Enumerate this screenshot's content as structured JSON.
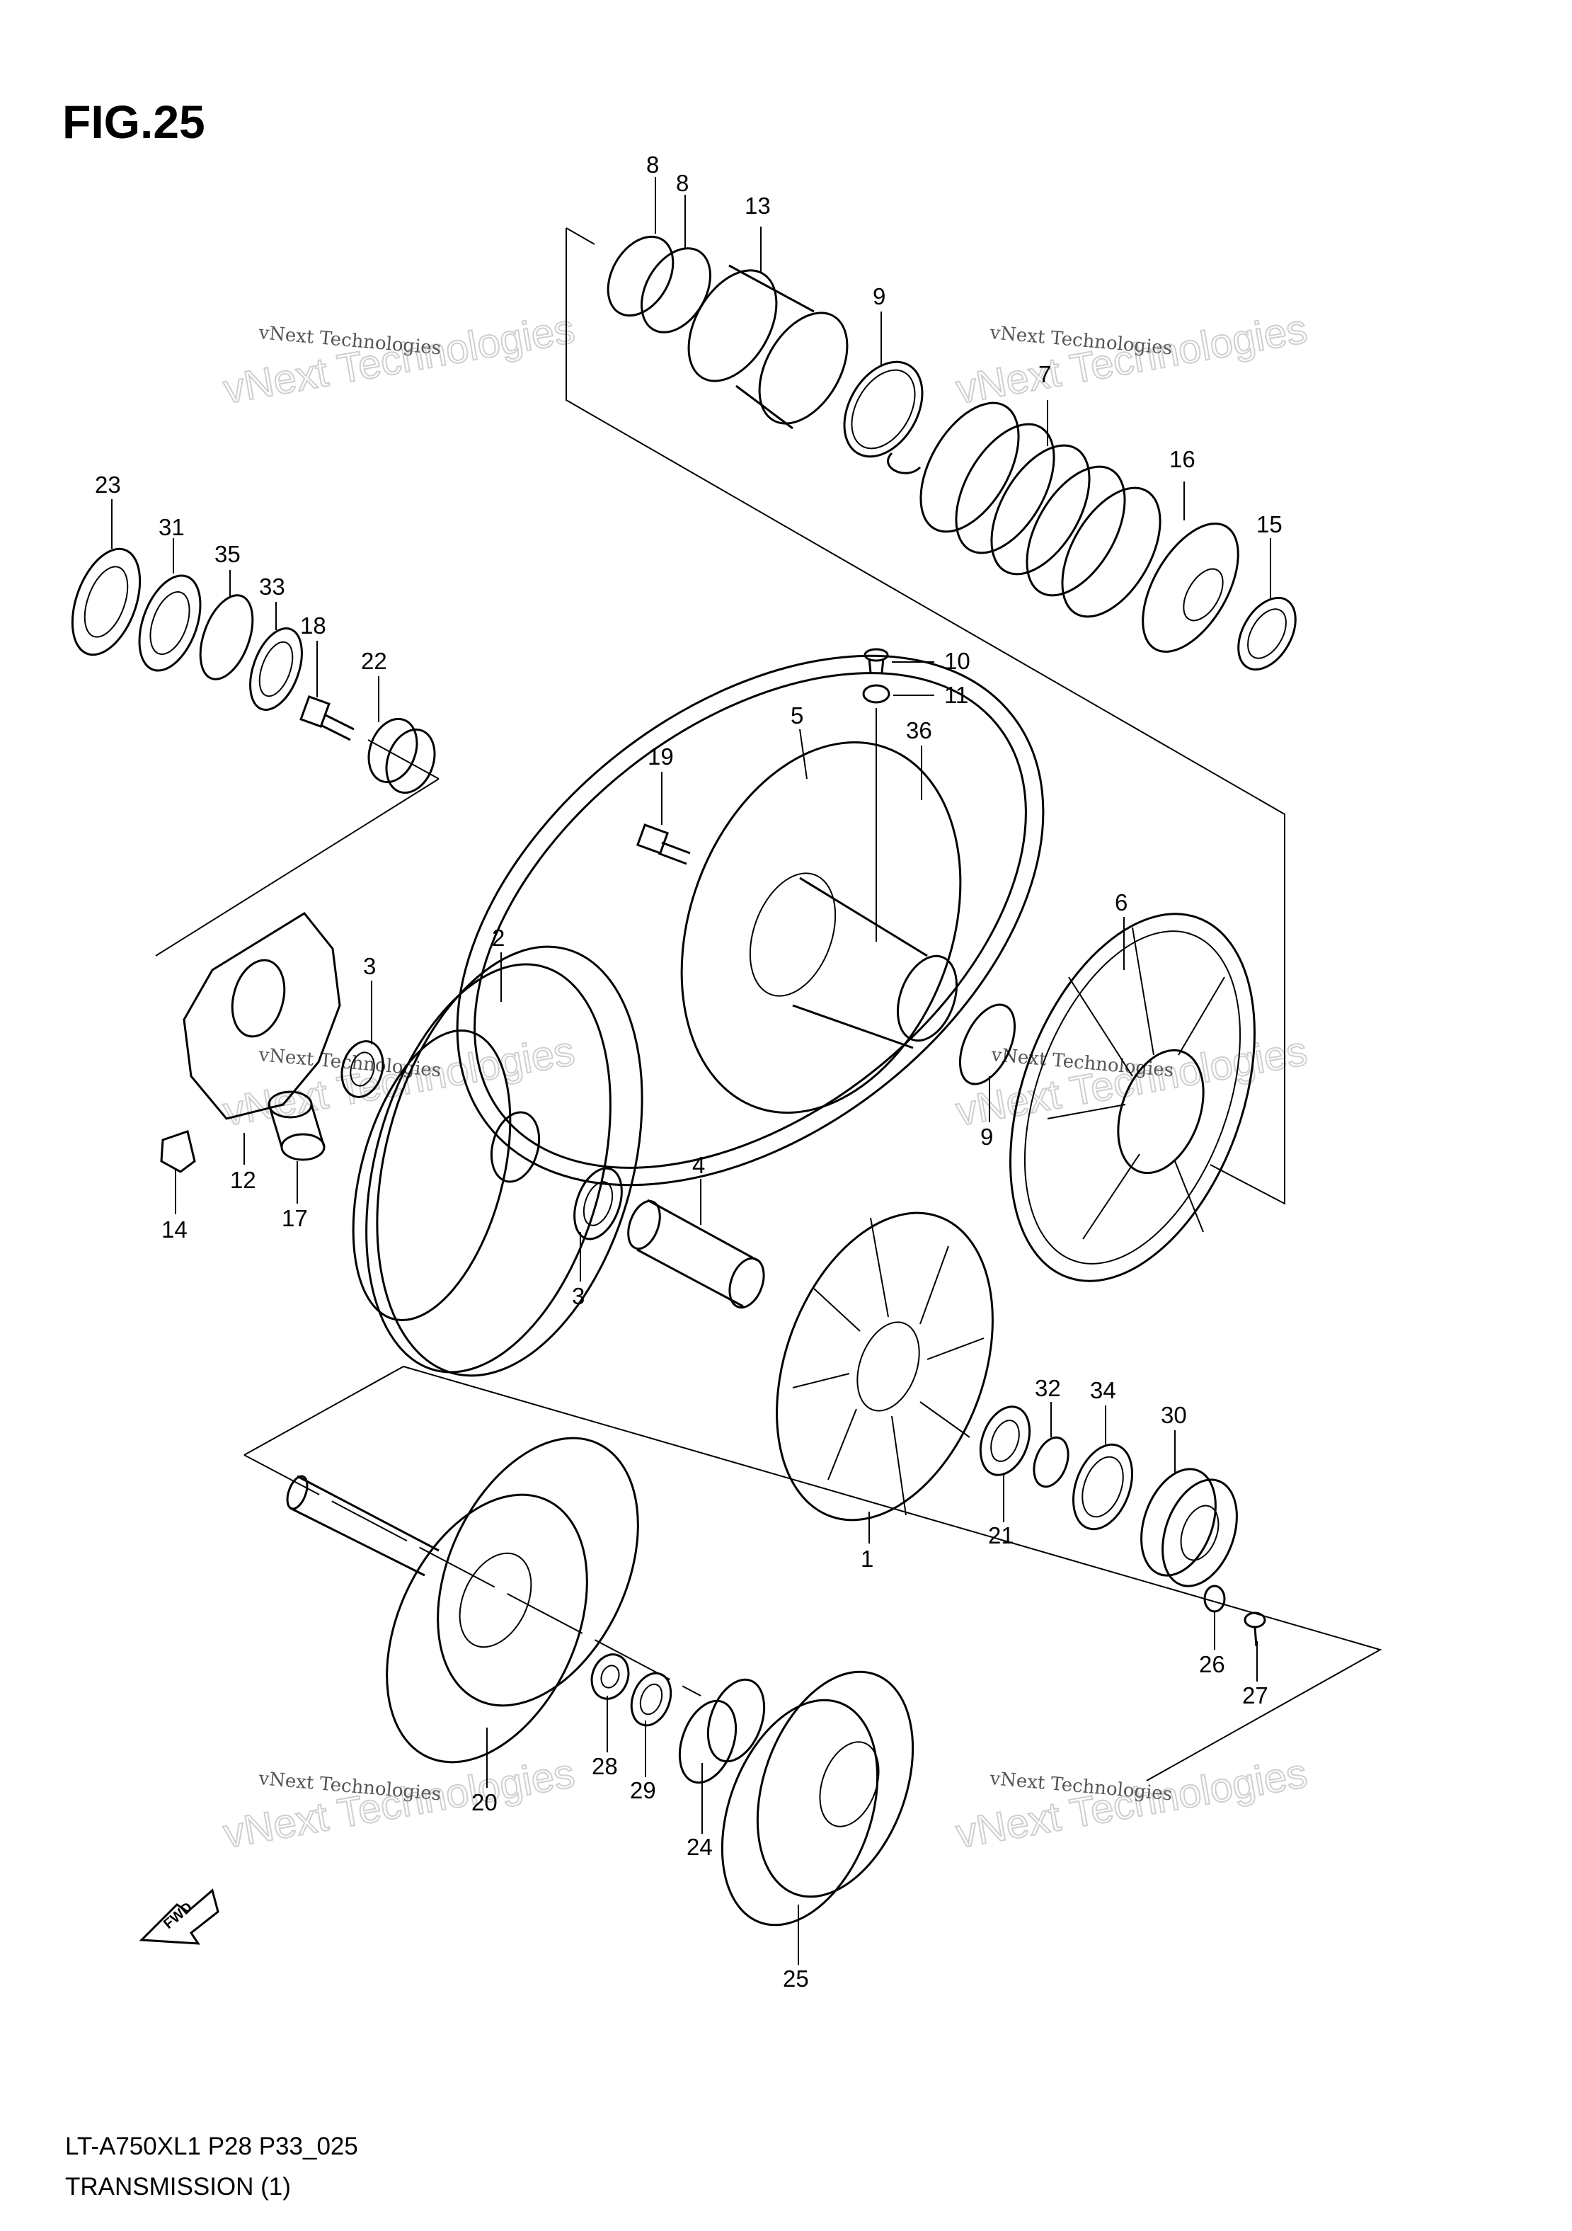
{
  "figure": {
    "title": "FIG.25",
    "model_code": "LT-A750XL1  P28  P33_025",
    "section": "TRANSMISSION (1)"
  },
  "watermark": {
    "line1": "vNext Technologies",
    "big": "vNext Technologies"
  },
  "fwd_label": "FWD",
  "callouts": [
    {
      "label": "8"
    },
    {
      "label": "8"
    },
    {
      "label": "13"
    },
    {
      "label": "9"
    },
    {
      "label": "7"
    },
    {
      "label": "16"
    },
    {
      "label": "15"
    },
    {
      "label": "23"
    },
    {
      "label": "31"
    },
    {
      "label": "35"
    },
    {
      "label": "33"
    },
    {
      "label": "18"
    },
    {
      "label": "22"
    },
    {
      "label": "10"
    },
    {
      "label": "11"
    },
    {
      "label": "19"
    },
    {
      "label": "5"
    },
    {
      "label": "36"
    },
    {
      "label": "2"
    },
    {
      "label": "3"
    },
    {
      "label": "6"
    },
    {
      "label": "9"
    },
    {
      "label": "12"
    },
    {
      "label": "14"
    },
    {
      "label": "17"
    },
    {
      "label": "4"
    },
    {
      "label": "3"
    },
    {
      "label": "32"
    },
    {
      "label": "34"
    },
    {
      "label": "30"
    },
    {
      "label": "1"
    },
    {
      "label": "21"
    },
    {
      "label": "26"
    },
    {
      "label": "27"
    },
    {
      "label": "28"
    },
    {
      "label": "29"
    },
    {
      "label": "24"
    },
    {
      "label": "20"
    },
    {
      "label": "25"
    }
  ]
}
